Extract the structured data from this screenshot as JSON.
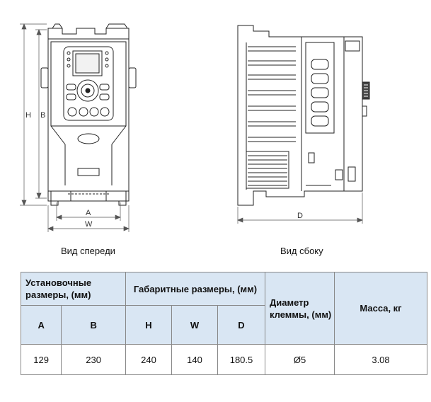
{
  "front": {
    "caption": "Вид спереди",
    "dim_labels": {
      "H": "H",
      "B": "B",
      "A": "A",
      "W": "W"
    }
  },
  "side": {
    "caption": "Вид сбоку",
    "dim_labels": {
      "D": "D"
    }
  },
  "table": {
    "group_headers": {
      "mounting": "Установочные размеры, (мм)",
      "overall": "Габаритные размеры, (мм)",
      "terminal": "Диаметр клеммы, (мм)",
      "mass": "Масса, кг"
    },
    "column_headers": {
      "A": "A",
      "B": "B",
      "H": "H",
      "W": "W",
      "D": "D"
    },
    "row": {
      "A": "129",
      "B": "230",
      "H": "240",
      "W": "140",
      "D": "180.5",
      "terminal": "Ø5",
      "mass": "3.08"
    }
  }
}
